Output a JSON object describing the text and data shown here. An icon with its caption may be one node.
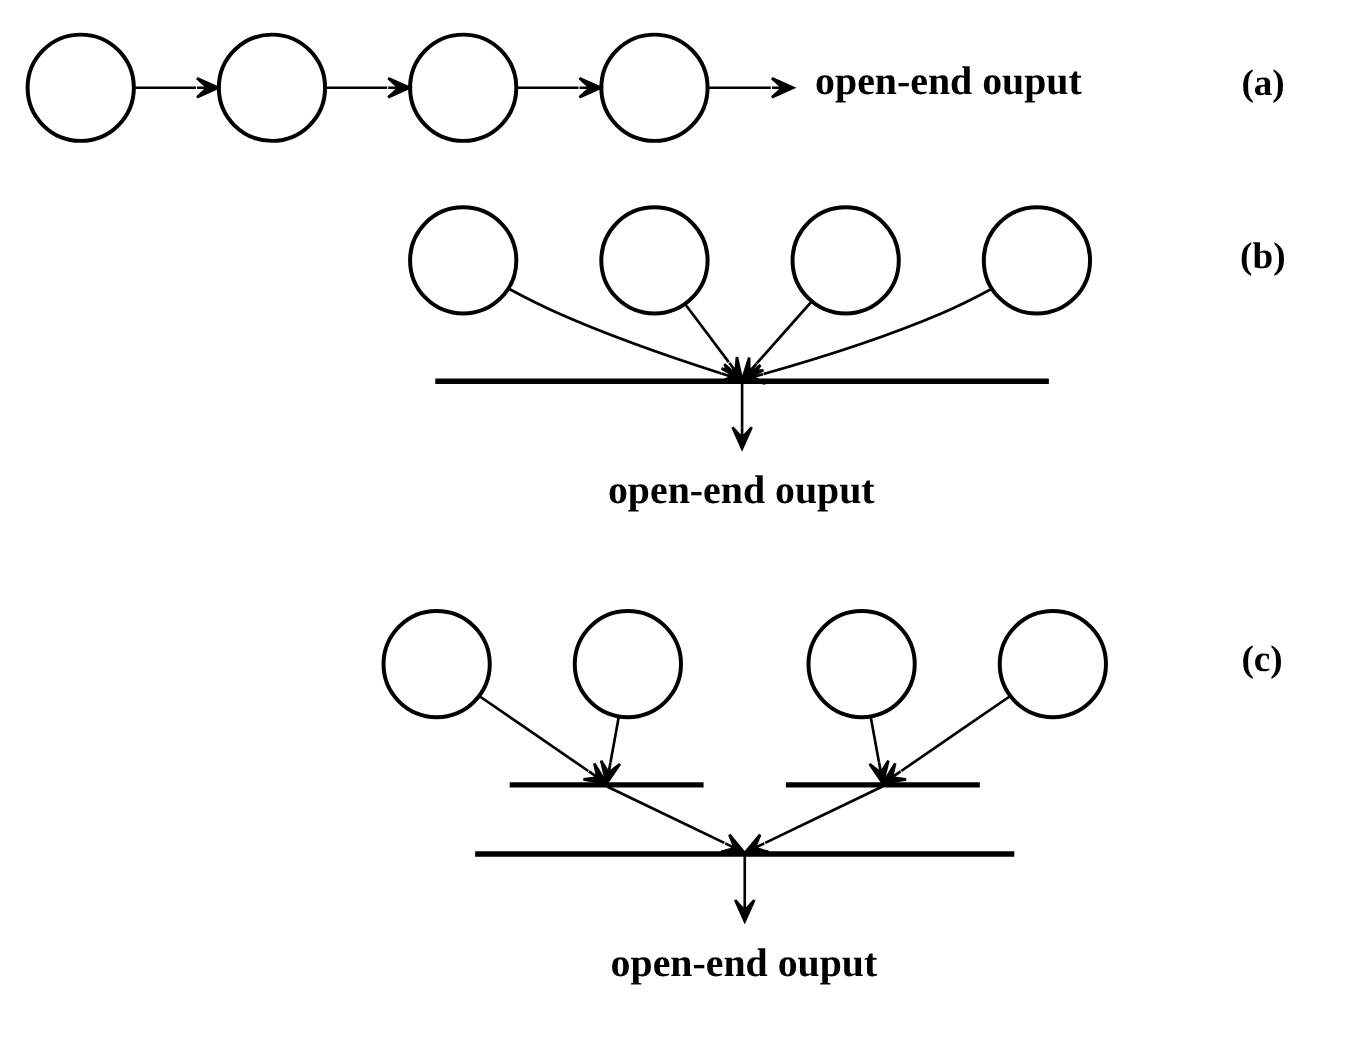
{
  "diagram": {
    "nodes": [
      {
        "text": [],
        "shape": "circle"
      },
      {
        "text": [],
        "shape": "circle"
      },
      {
        "text": [],
        "shape": "circle"
      },
      {
        "text": [],
        "shape": "circle"
      },
      {
        "text": [
          "open-end ouput"
        ]
      },
      {
        "text": [],
        "shape": "circle"
      },
      {
        "text": [],
        "shape": "circle"
      },
      {
        "text": [],
        "shape": "circle"
      },
      {
        "text": [],
        "shape": "circle"
      },
      {
        "text": [],
        "shape": "bar"
      },
      {
        "text": [
          "open-end ouput"
        ]
      },
      {
        "text": [],
        "shape": "circle"
      },
      {
        "text": [],
        "shape": "circle"
      },
      {
        "text": [],
        "shape": "circle"
      },
      {
        "text": [],
        "shape": "circle"
      },
      {
        "text": [],
        "shape": "bar"
      },
      {
        "text": [],
        "shape": "bar"
      },
      {
        "text": [],
        "shape": "bar"
      },
      {
        "text": [
          "open-end ouput"
        ]
      }
    ],
    "edges": [
      {
        "from": 0,
        "to": 1,
        "arrow": "to"
      },
      {
        "from": 1,
        "to": 2,
        "arrow": "to"
      },
      {
        "from": 2,
        "to": 3,
        "arrow": "to"
      },
      {
        "from": 3,
        "to": 4,
        "arrow": "to"
      },
      {
        "from": 5,
        "to": 9,
        "arrow": "to"
      },
      {
        "from": 6,
        "to": 9,
        "arrow": "to"
      },
      {
        "from": 7,
        "to": 9,
        "arrow": "to"
      },
      {
        "from": 8,
        "to": 9,
        "arrow": "to"
      },
      {
        "from": 9,
        "to": 10,
        "arrow": "to"
      },
      {
        "from": 11,
        "to": 15,
        "arrow": "to"
      },
      {
        "from": 12,
        "to": 15,
        "arrow": "to"
      },
      {
        "from": 13,
        "to": 16,
        "arrow": "to"
      },
      {
        "from": 14,
        "to": 16,
        "arrow": "to"
      },
      {
        "from": 15,
        "to": 17,
        "arrow": "to"
      },
      {
        "from": 16,
        "to": 17,
        "arrow": "to"
      },
      {
        "from": 17,
        "to": 18,
        "arrow": "to"
      }
    ],
    "labels": [
      "(a)",
      "(b)",
      "(c)"
    ]
  }
}
